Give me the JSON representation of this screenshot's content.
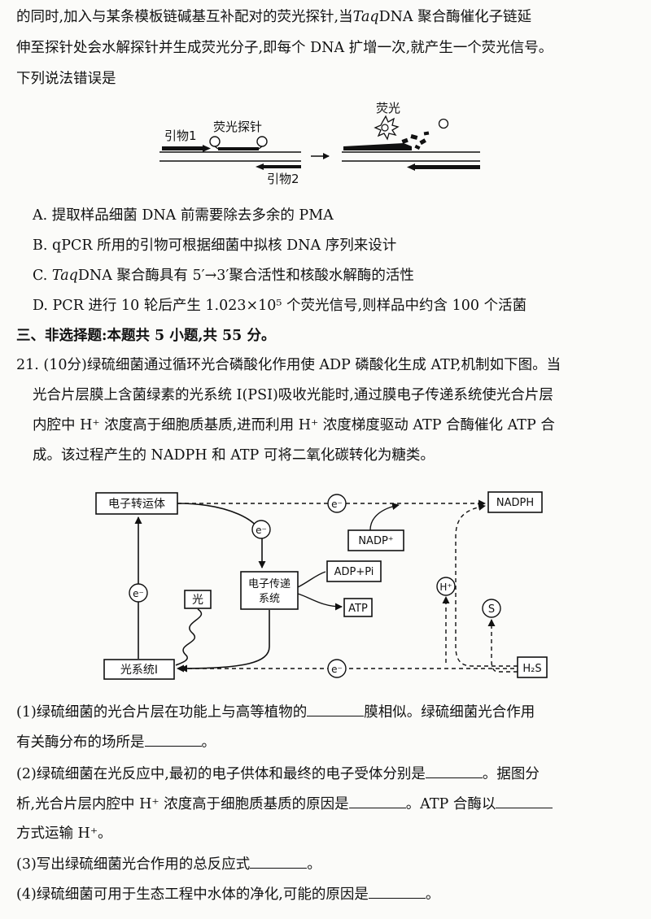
{
  "intro": {
    "line1_a": "的同时,加入与某条模板链碱基互补配对的荧光探针,当",
    "line1_taq": "Taq",
    "line1_b": "DNA 聚合酶催化子链延",
    "line2": "伸至探针处会水解探针并生成荧光分子,即每个 DNA 扩增一次,就产生一个荧光信号。",
    "line3": "下列说法错误是"
  },
  "pcr_figure": {
    "primer1": "引物1",
    "probe": "荧光探针",
    "fluorescence": "荧光",
    "primer2": "引物2"
  },
  "options": {
    "a": "A. 提取样品细菌 DNA 前需要除去多余的 PMA",
    "b": "B. qPCR 所用的引物可根据细菌中拟核 DNA 序列来设计",
    "c_a": "C. ",
    "c_taq": "Taq",
    "c_b": "DNA 聚合酶具有 5′→3′聚合活性和核酸水解酶的活性",
    "d": "D. PCR 进行 10 轮后产生 1.023×10⁵ 个荧光信号,则样品中约含 100 个活菌"
  },
  "section3": "三、非选择题:本题共 5 小题,共 55 分。",
  "q21": {
    "line1": "21. (10分)绿硫细菌通过循环光合磷酸化作用使 ADP 磷酸化生成 ATP,机制如下图。当",
    "line2": "光合片层膜上含菌绿素的光系统 I(PSI)吸收光能时,通过膜电子传递系统使光合片层",
    "line3": "内腔中 H⁺ 浓度高于细胞质基质,进而利用 H⁺ 浓度梯度驱动 ATP 合酶催化 ATP 合",
    "line4": "成。该过程产生的 NADPH 和 ATP 可将二氧化碳转化为糖类。"
  },
  "diagram": {
    "electron_carrier": "电子转运体",
    "nadph": "NADPH",
    "nadp": "NADP⁺",
    "adp_pi": "ADP+Pi",
    "etc_line1": "电子传递",
    "etc_line2": "系统",
    "atp": "ATP",
    "light": "光",
    "psi": "光系统I",
    "h2s": "H₂S",
    "electron": "e⁻",
    "proton": "H⁺",
    "sulfur": "S"
  },
  "sub_questions": {
    "q1_a": "(1)绿硫细菌的光合片层在功能上与高等植物的",
    "q1_b": "膜相似。绿硫细菌光合作用",
    "q1_c": "有关酶分布的场所是",
    "q1_d": "。",
    "q2_a": "(2)绿硫细菌在光反应中,最初的电子供体和最终的电子受体分别是",
    "q2_b": "。据图分",
    "q2_c": "析,光合片层内腔中 H⁺ 浓度高于细胞质基质的原因是",
    "q2_d": "。ATP 合酶以",
    "q2_e": "方式运输 H⁺。",
    "q3_a": "(3)写出绿硫细菌光合作用的总反应式",
    "q3_b": "。",
    "q4_a": "(4)绿硫细菌可用于生态工程中水体的净化,可能的原因是",
    "q4_b": "。"
  }
}
